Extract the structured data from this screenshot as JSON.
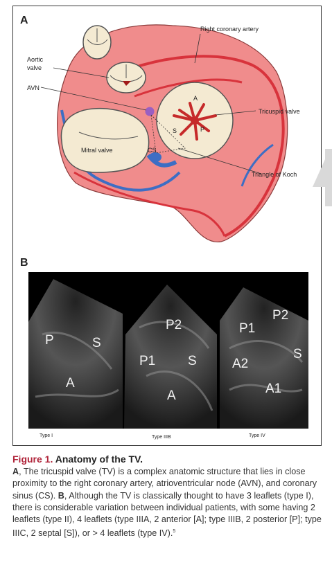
{
  "panel_a": {
    "letter": "A",
    "labels": {
      "right_coronary_artery": "Right coronary artery",
      "aortic_valve": "Aortic valve",
      "avn": "AVN",
      "tricuspid_valve": "Tricuspid valve",
      "mitral_valve": "Mitral valve",
      "cs": "CS",
      "triangle_of_koch": "Triangle of Koch",
      "leaflet_a": "A",
      "leaflet_s": "S",
      "leaflet_p": "P"
    }
  },
  "panel_b": {
    "letter": "B",
    "images": [
      {
        "type_label": "Type I",
        "leaflets": [
          "P",
          "S",
          "A"
        ]
      },
      {
        "type_label": "Type IIIB",
        "leaflets": [
          "P2",
          "P1",
          "S",
          "A"
        ]
      },
      {
        "type_label": "Type IV",
        "leaflets": [
          "P1",
          "P2",
          "A2",
          "S",
          "A1"
        ]
      }
    ]
  },
  "caption": {
    "figure_number": "Figure 1.",
    "title": "Anatomy of the TV.",
    "a_letter": "A",
    "a_text": ", The tricuspid valve (TV) is a complex anatomic structure that lies in close proximity to the right coronary artery, atrioventricular node (AVN), and coronary sinus (CS). ",
    "b_letter": "B",
    "b_text": ", Although the TV is classically thought to have 3 leaflets (type I), there is considerable variation between individual patients, with some having 2 leaflets (type II), 4 leaflets (type IIIA, 2 anterior [A]; type IIIB, 2 posterior [P]; type IIIC, 2 septal [S]), or > 4 leaflets (type IV).",
    "reference": "5"
  },
  "colors": {
    "heart_fill": "#f08c8c",
    "artery_red": "#d8333c",
    "vein_blue": "#3d6ec4",
    "valve_fill": "#f4ead2",
    "caption_red": "#b0243a"
  }
}
